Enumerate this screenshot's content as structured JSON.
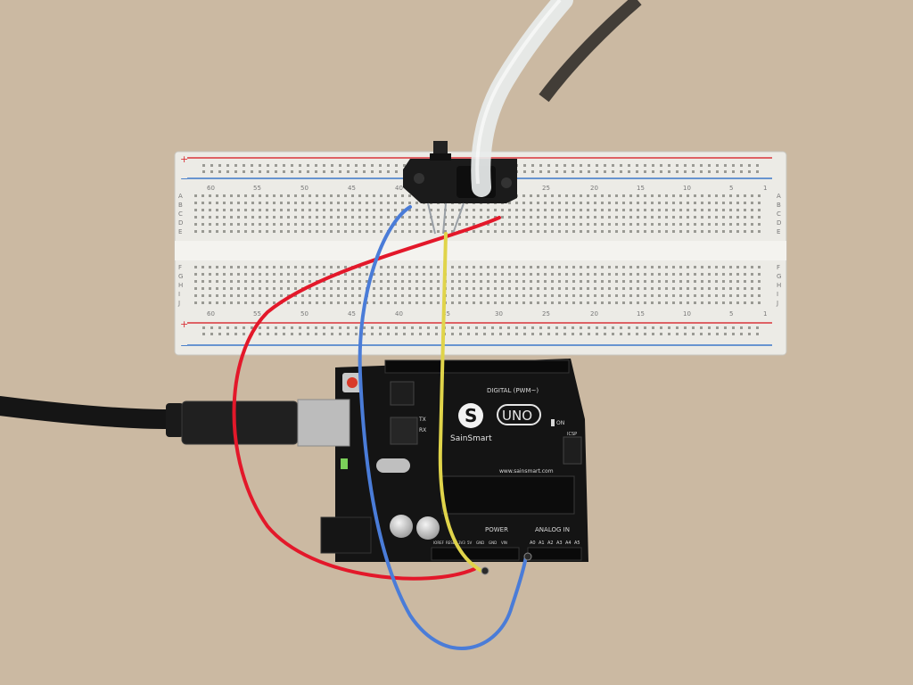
{
  "breadboard": {
    "row_letters_top": [
      "A",
      "B",
      "C",
      "D",
      "E"
    ],
    "row_letters_bottom": [
      "F",
      "G",
      "H",
      "I",
      "J"
    ],
    "column_numbers": [
      "60",
      "55",
      "50",
      "45",
      "40",
      "35",
      "30",
      "25",
      "20",
      "15",
      "10",
      "5",
      "1"
    ],
    "rail_plus": "+",
    "rail_minus": "−"
  },
  "arduino": {
    "logo_letter": "S",
    "brand": "SainSmart",
    "model": "UNO",
    "digital_label": "DIGITAL (PWM~)",
    "tx_label": "TX",
    "rx_label": "RX",
    "on_label": "ON",
    "power_label": "POWER",
    "analog_label": "ANALOG IN",
    "website": "www.sainsmart.com",
    "icsp_label": "ICSP",
    "analog_pins": [
      "A0",
      "A1",
      "A2",
      "A3",
      "A4",
      "A5"
    ],
    "power_pins": [
      "IOREF",
      "RESET",
      "3V3",
      "5V",
      "GND",
      "GND",
      "VIN"
    ]
  },
  "colors": {
    "background": "#cbb9a2",
    "breadboard": "#ecebe6",
    "rail_red": "#d9343a",
    "rail_blue": "#3d78c8",
    "pcb": "#141414",
    "wire_red": "#e3182a",
    "wire_blue": "#4a7cd8",
    "wire_yellow": "#e0d44a",
    "usb_cable": "#151515",
    "tube": "#e8ecec"
  }
}
